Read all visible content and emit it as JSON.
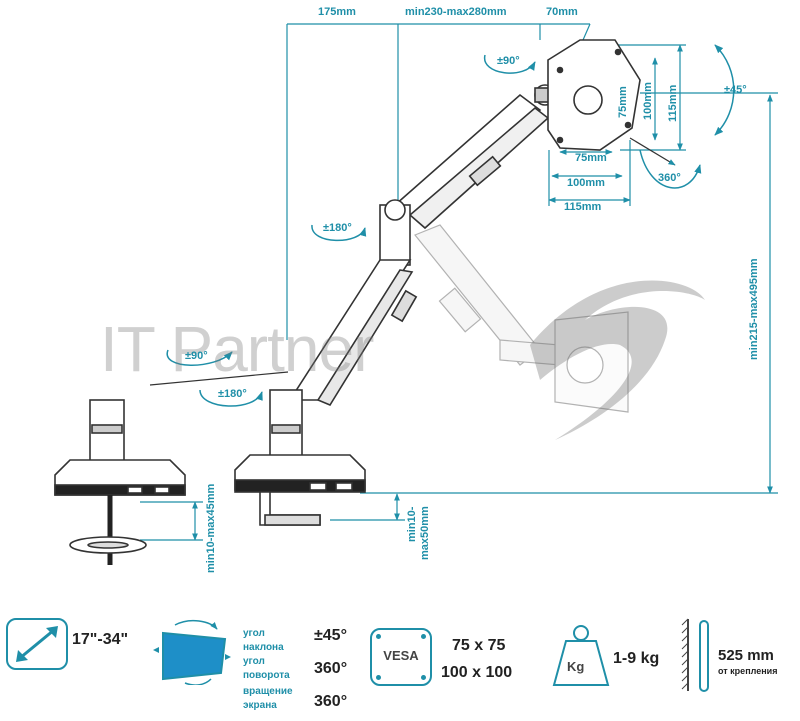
{
  "dimensions": {
    "top_175": "175mm",
    "top_range": "min230-max280mm",
    "top_70": "70mm",
    "vesa_v75": "75mm",
    "vesa_v100": "100mm",
    "vesa_v115": "115mm",
    "vesa_h75": "75mm",
    "vesa_h100": "100mm",
    "vesa_h115": "115mm",
    "height_range": "min215-max495mm",
    "clamp_range_line1": "min10-",
    "clamp_range_line2": "max50mm",
    "grommet_range": "min10-max45mm"
  },
  "rotations": {
    "tilt_top": "±90°",
    "swivel_right": "±45°",
    "rotate_360": "360°",
    "arm_180_upper": "±180°",
    "arm_90_lower": "±90°",
    "arm_180_lower": "±180°"
  },
  "watermark": "IT Partner",
  "specs": {
    "screen_size": "17\"-34\"",
    "tilt_label_1": "угол",
    "tilt_label_2": "наклона",
    "tilt_value": "±45°",
    "swivel_label_1": "угол",
    "swivel_label_2": "поворота",
    "swivel_value": "360°",
    "rotate_label_1": "вращение",
    "rotate_label_2": "экрана",
    "rotate_value": "360°",
    "vesa_badge": "VESA",
    "vesa_value_1": "75 x 75",
    "vesa_value_2": "100 x 100",
    "weight_badge": "Kg",
    "weight_value": "1-9 kg",
    "reach_value": "525 mm",
    "reach_label": "от крепления"
  },
  "colors": {
    "accent": "#1f8fa8",
    "screen_fill": "#1e8fc8",
    "line": "#333333"
  }
}
